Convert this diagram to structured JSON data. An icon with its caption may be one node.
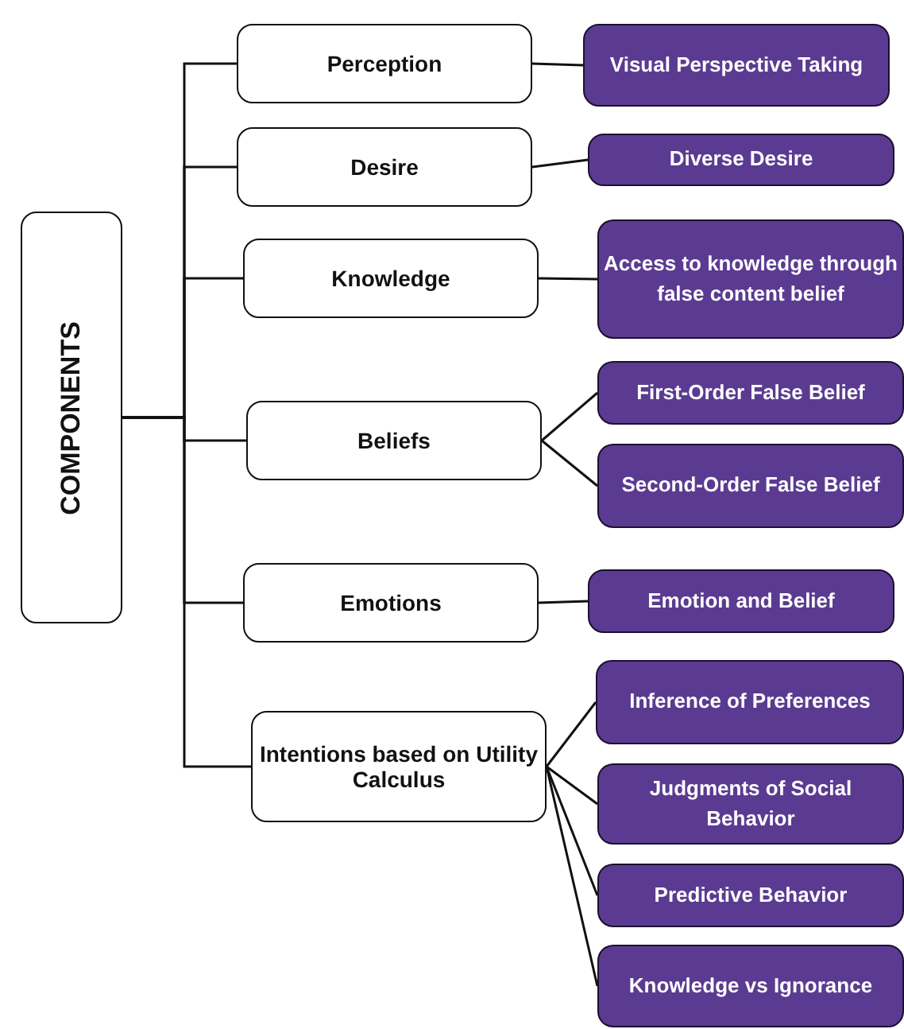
{
  "diagram": {
    "nodes": [
      {
        "text": [
          "COMPONENTS"
        ]
      },
      {
        "text": [
          "Perception"
        ]
      },
      {
        "text": [
          "Visual Perspective Taking"
        ]
      },
      {
        "text": [
          "Desire"
        ]
      },
      {
        "text": [
          "Diverse Desire"
        ]
      },
      {
        "text": [
          "Knowledge"
        ]
      },
      {
        "text": [
          "Access to knowledge through false content belief"
        ]
      },
      {
        "text": [
          "Beliefs"
        ]
      },
      {
        "text": [
          "First-Order False Belief"
        ]
      },
      {
        "text": [
          "Second-Order False Belief"
        ]
      },
      {
        "text": [
          "Emotions"
        ]
      },
      {
        "text": [
          "Emotion and Belief"
        ]
      },
      {
        "text": [
          "Intentions based on Utility Calculus"
        ]
      },
      {
        "text": [
          "Inference of Preferences"
        ]
      },
      {
        "text": [
          "Judgments of Social Behavior"
        ]
      },
      {
        "text": [
          "Predictive Behavior"
        ]
      },
      {
        "text": [
          "Knowledge vs Ignorance"
        ]
      }
    ],
    "edges": [
      {
        "from": 0,
        "to": 1,
        "arrow": "none"
      },
      {
        "from": 0,
        "to": 3,
        "arrow": "none"
      },
      {
        "from": 0,
        "to": 5,
        "arrow": "none"
      },
      {
        "from": 0,
        "to": 7,
        "arrow": "none"
      },
      {
        "from": 0,
        "to": 10,
        "arrow": "none"
      },
      {
        "from": 0,
        "to": 12,
        "arrow": "none"
      },
      {
        "from": 1,
        "to": 2,
        "arrow": "none"
      },
      {
        "from": 3,
        "to": 4,
        "arrow": "none"
      },
      {
        "from": 5,
        "to": 6,
        "arrow": "none"
      },
      {
        "from": 7,
        "to": 8,
        "arrow": "none"
      },
      {
        "from": 7,
        "to": 9,
        "arrow": "none"
      },
      {
        "from": 10,
        "to": 11,
        "arrow": "none"
      },
      {
        "from": 12,
        "to": 13,
        "arrow": "none"
      },
      {
        "from": 12,
        "to": 14,
        "arrow": "none"
      },
      {
        "from": 12,
        "to": 15,
        "arrow": "none"
      },
      {
        "from": 12,
        "to": 16,
        "arrow": "none"
      }
    ]
  }
}
